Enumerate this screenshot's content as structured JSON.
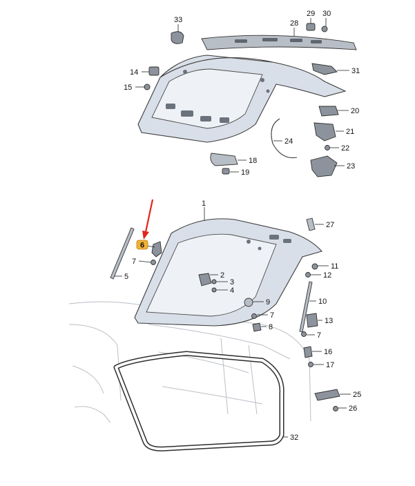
{
  "diagram": {
    "callouts": [
      {
        "id": "c33",
        "label": "33"
      },
      {
        "id": "c29",
        "label": "29"
      },
      {
        "id": "c30",
        "label": "30"
      },
      {
        "id": "c28",
        "label": "28"
      },
      {
        "id": "c14",
        "label": "14"
      },
      {
        "id": "c15",
        "label": "15"
      },
      {
        "id": "c31",
        "label": "31"
      },
      {
        "id": "c20",
        "label": "20"
      },
      {
        "id": "c21",
        "label": "21"
      },
      {
        "id": "c24",
        "label": "24"
      },
      {
        "id": "c22",
        "label": "22"
      },
      {
        "id": "c23",
        "label": "23"
      },
      {
        "id": "c18",
        "label": "18"
      },
      {
        "id": "c19",
        "label": "19"
      },
      {
        "id": "c1",
        "label": "1"
      },
      {
        "id": "c27",
        "label": "27"
      },
      {
        "id": "c6",
        "label": "6"
      },
      {
        "id": "c7a",
        "label": "7"
      },
      {
        "id": "c5",
        "label": "5"
      },
      {
        "id": "c2",
        "label": "2"
      },
      {
        "id": "c3",
        "label": "3"
      },
      {
        "id": "c4",
        "label": "4"
      },
      {
        "id": "c11",
        "label": "11"
      },
      {
        "id": "c12",
        "label": "12"
      },
      {
        "id": "c10",
        "label": "10"
      },
      {
        "id": "c9",
        "label": "9"
      },
      {
        "id": "c7b",
        "label": "7"
      },
      {
        "id": "c8",
        "label": "8"
      },
      {
        "id": "c13",
        "label": "13"
      },
      {
        "id": "c7c",
        "label": "7"
      },
      {
        "id": "c16",
        "label": "16"
      },
      {
        "id": "c17",
        "label": "17"
      },
      {
        "id": "c25",
        "label": "25"
      },
      {
        "id": "c26",
        "label": "26"
      },
      {
        "id": "c32",
        "label": "32"
      }
    ],
    "highlight": {
      "label": "6",
      "color": "#f2b233",
      "arrow_color": "#e0261b"
    }
  }
}
